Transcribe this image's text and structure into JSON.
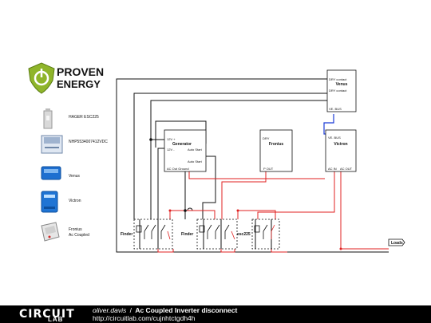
{
  "brand": {
    "line1": "PROVEN",
    "line2": "ENERGY",
    "color": "#9bbf2a"
  },
  "legend": [
    {
      "name": "HAGER ESC225",
      "icon": "contactor-icon"
    },
    {
      "name": "NHP5534007412VDC",
      "icon": "relay-icon"
    },
    {
      "name": "Venus",
      "icon": "venus-device-icon"
    },
    {
      "name": "Victron",
      "icon": "victron-inverter-icon"
    },
    {
      "name": "Fronius\nAc Coupled",
      "icon": "fronius-inverter-icon"
    }
  ],
  "blocks": {
    "venus": {
      "title": "Venus",
      "pins": [
        "DRY contact",
        "DRY contact",
        "VE. BUS"
      ]
    },
    "generator": {
      "title": "Generator",
      "pins": [
        "12V +",
        "12V -",
        "Auto Start",
        "Auto Start",
        "AC Out Ground"
      ]
    },
    "fronius": {
      "title": "Fronius",
      "pins": [
        "DRY",
        "P OUT"
      ]
    },
    "victron": {
      "title": "Victron",
      "pins": [
        "VE. BUS",
        "AC IN",
        "AC OUT"
      ]
    }
  },
  "relays": [
    {
      "label": "Finder"
    },
    {
      "label": "Finder"
    },
    {
      "label": "esc225"
    }
  ],
  "loads_label": "Loads",
  "footer": {
    "logo_top": "CIRCUIT",
    "logo_bottom": "LAB",
    "author": "oliver.davis",
    "separator": "/",
    "title": "Ac Coupled Inverter disconnect",
    "url": "http://circuitlab.com/cujnhtctgdh4h"
  },
  "colors": {
    "black": "#111111",
    "red": "#e02020",
    "blue": "#1a3bd6"
  }
}
